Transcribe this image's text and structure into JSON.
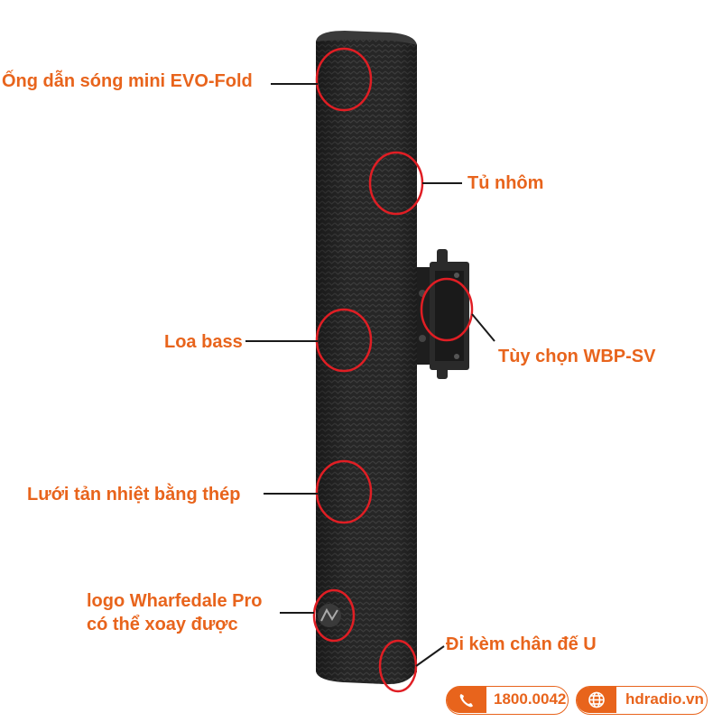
{
  "callouts": {
    "waveguide": "Ống dẫn sóng mini EVO-Fold",
    "cabinet": "Tủ nhôm",
    "bracket": "Tùy chọn WBP-SV",
    "bass": "Loa bass",
    "grille": "Lưới tản nhiệt bằng thép",
    "logo_line1": "logo Wharfedale Pro",
    "logo_line2": "có thể xoay được",
    "stand": "Đi kèm chân đế U"
  },
  "footer": {
    "phone": "1800.0042",
    "website": "hdradio.vn",
    "phone_icon": "phone-icon",
    "globe_icon": "globe-icon"
  },
  "colors": {
    "accent": "#e8641c",
    "highlight_circle": "#e01e24",
    "speaker_body": "#2b2b2b"
  }
}
